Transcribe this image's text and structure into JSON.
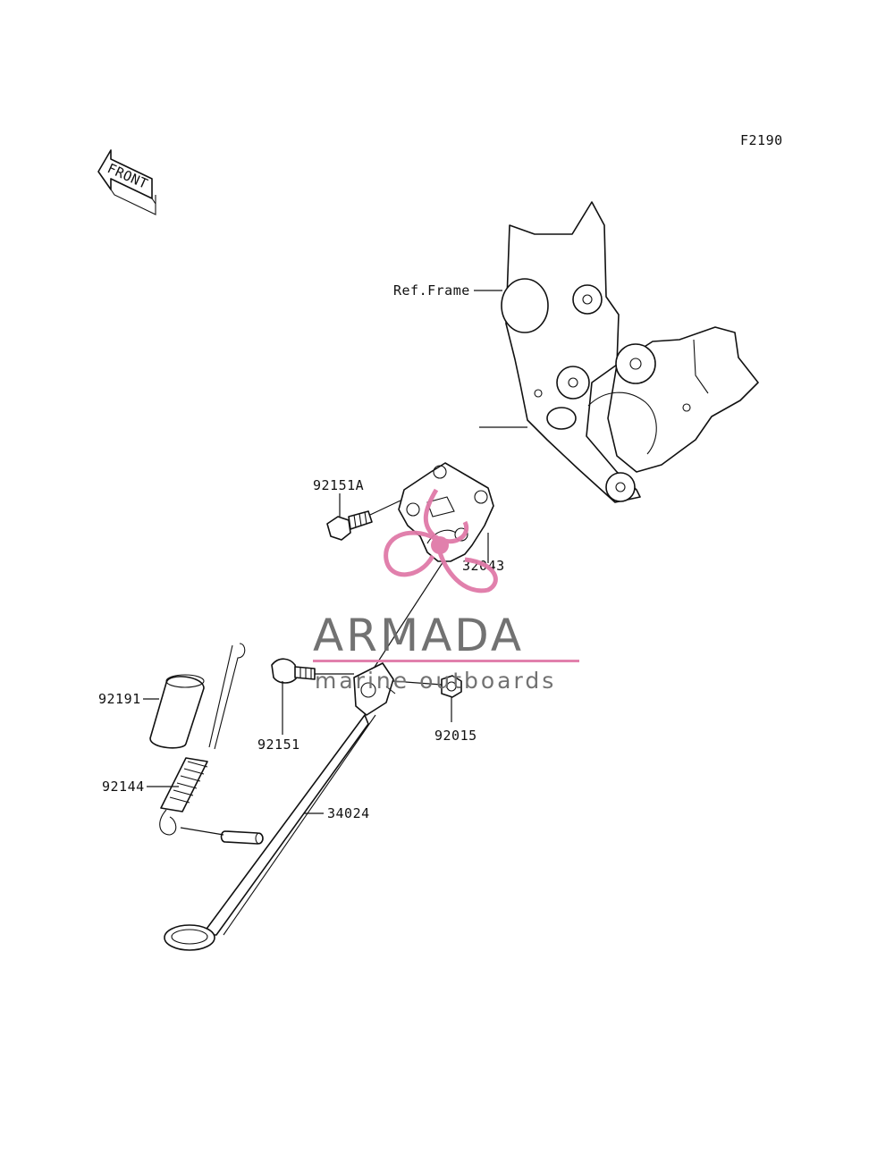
{
  "diagram_code": "F2190",
  "direction_label": "FRONT",
  "reference_label": "Ref.Frame",
  "parts": [
    {
      "number": "92151A"
    },
    {
      "number": "32043"
    },
    {
      "number": "92191"
    },
    {
      "number": "92151"
    },
    {
      "number": "92015"
    },
    {
      "number": "92144"
    },
    {
      "number": "34024"
    }
  ],
  "watermark": {
    "brand": "ARMADA",
    "tagline": "marine outboards",
    "accent_color": "#e07aa8",
    "text_color": "#6b6b6b"
  }
}
